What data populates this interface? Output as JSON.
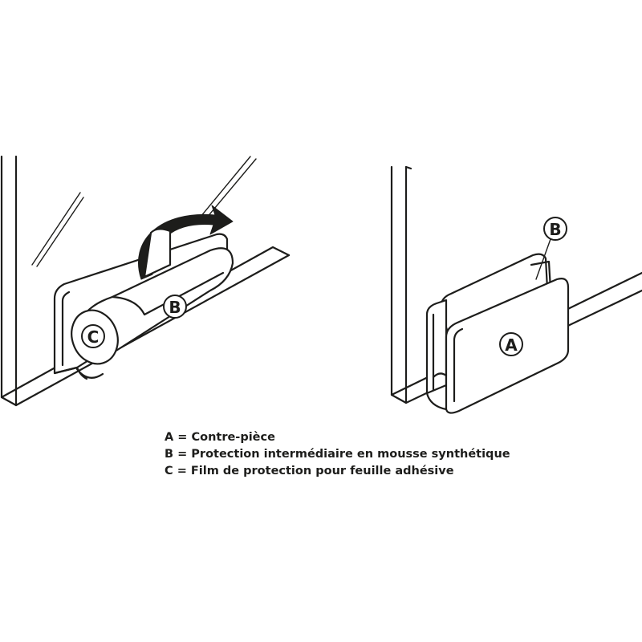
{
  "callouts": {
    "left_c": "C",
    "left_b": "B",
    "right_b": "B",
    "right_a": "A"
  },
  "legend": [
    "A = Contre-pièce",
    "B = Protection intermédiaire en mousse synthétique",
    "C = Film de protection pour feuille adhésive"
  ],
  "colors": {
    "line": "#1d1d1b",
    "background": "#ffffff"
  }
}
